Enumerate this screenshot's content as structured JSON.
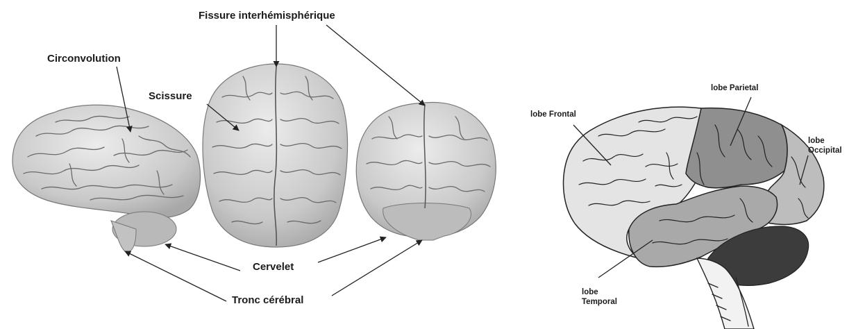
{
  "labels": {
    "fissure": "Fissure interhémisphérique",
    "circonvolution": "Circonvolution",
    "scissure": "Scissure",
    "cervelet": "Cervelet",
    "tronc": "Tronc cérébral",
    "lobe_frontal": "lobe  Frontal",
    "lobe_parietal": "lobe Parietal",
    "lobe_occipital_1": "lobe",
    "lobe_occipital_2": "Occipital",
    "lobe_temporal_1": "lobe",
    "lobe_temporal_2": "Temporal"
  },
  "colors": {
    "brain_tissue": "#d2d2d2",
    "brain_fold_lines": "#6a6a6a",
    "frontal_lobe": "#e4e4e4",
    "parietal_lobe": "#8f8f8f",
    "occipital_lobe": "#bdbdbd",
    "temporal_lobe": "#a9a9a9",
    "cerebellum": "#3c3c3c",
    "leader_lines": "#222222"
  }
}
